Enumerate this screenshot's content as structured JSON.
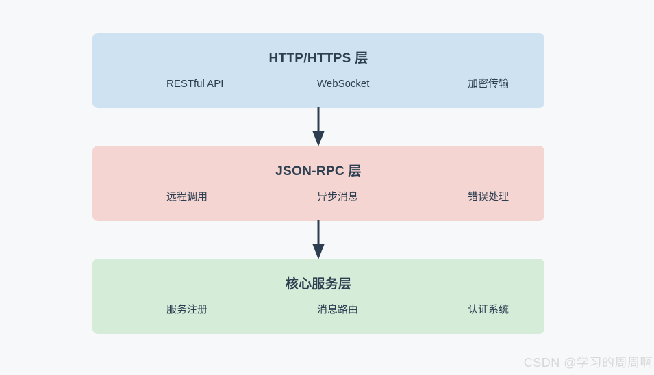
{
  "page": {
    "background": "#f7f8f9"
  },
  "diagram": {
    "text_color": "#2c3e50",
    "arrow_color": "#2c3e50",
    "layers": [
      {
        "title": "HTTP/HTTPS 层",
        "color": "#cfe2f1",
        "items": [
          "RESTful API",
          "WebSocket",
          "加密传输"
        ]
      },
      {
        "title": "JSON-RPC 层",
        "color": "#f5d5d2",
        "items": [
          "远程调用",
          "异步消息",
          "错误处理"
        ]
      },
      {
        "title": "核心服务层",
        "color": "#d5ecd9",
        "items": [
          "服务注册",
          "消息路由",
          "认证系统"
        ]
      }
    ]
  },
  "watermark": {
    "text": "CSDN @学习的周周啊",
    "color": "#d8d8d8"
  }
}
